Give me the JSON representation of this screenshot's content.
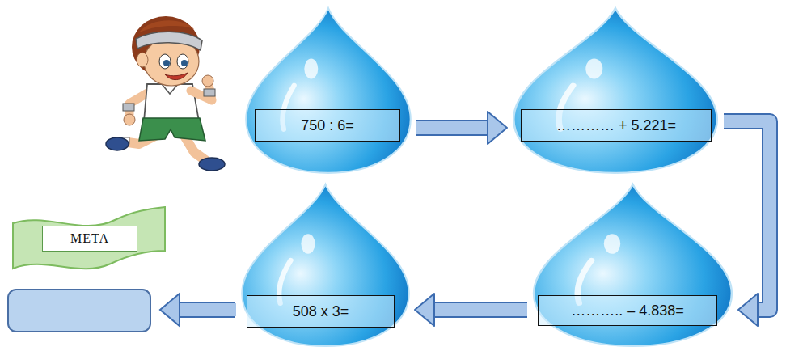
{
  "diagram": {
    "nodes": [
      {
        "text": [
          "750 : 6="
        ]
      },
      {
        "text": [
          "………… + 5.221="
        ]
      },
      {
        "text": [
          "……….. – 4.838="
        ]
      },
      {
        "text": [
          "508 x 3="
        ]
      },
      {
        "text": [
          "META"
        ]
      }
    ],
    "edges": [
      {
        "from": 0,
        "to": 1,
        "arrow": "to"
      },
      {
        "from": 1,
        "to": 2,
        "arrow": "to"
      },
      {
        "from": 2,
        "to": 3,
        "arrow": "to"
      }
    ]
  }
}
